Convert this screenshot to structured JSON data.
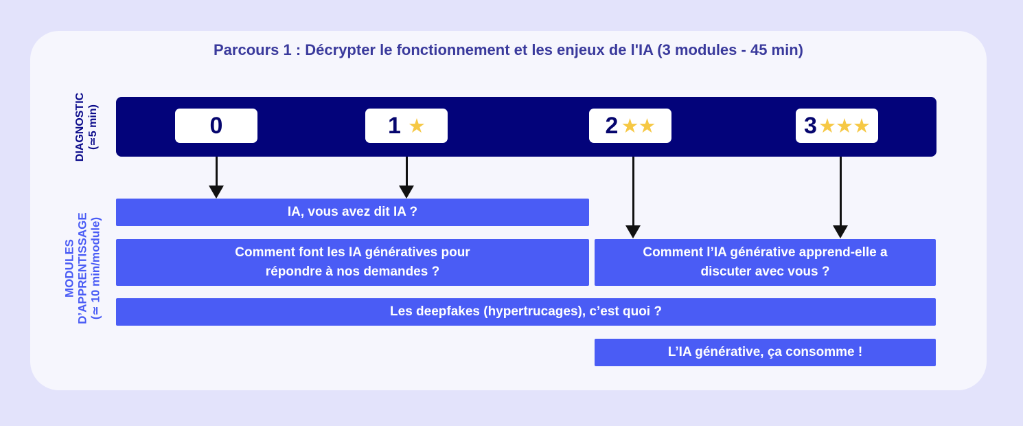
{
  "title": "Parcours 1 : Décrypter le fonctionnement et les enjeux de l'IA (3 modules - 45 min)",
  "diagnostic": {
    "label": "DIAGNOSTIC",
    "duration": "(≃5 min)",
    "levels": [
      {
        "number": "0",
        "stars": ""
      },
      {
        "number": "1",
        "stars": "★"
      },
      {
        "number": "2",
        "stars": "★★"
      },
      {
        "number": "3",
        "stars": "★★★"
      }
    ]
  },
  "modules": {
    "label_line1": "MODULES",
    "label_line2": "D’APPRENTISSAGE",
    "label_line3": "(≃ 10 min/module)",
    "items": [
      {
        "line1": "IA, vous avez dit IA ?",
        "line2": ""
      },
      {
        "line1": "Comment font les IA génératives pour",
        "line2": "répondre à nos demandes ?"
      },
      {
        "line1": "Comment l’IA générative apprend-elle a",
        "line2": "discuter avec vous ?"
      },
      {
        "line1": "Les deepfakes (hypertrucages), c’est quoi ?",
        "line2": ""
      },
      {
        "line1": "L’IA générative, ça consomme !",
        "line2": ""
      }
    ]
  },
  "colors": {
    "background": "#e3e3fb",
    "card": "#f6f6fd",
    "diagnostic_bar": "#03037a",
    "module_fill": "#4a5cf5",
    "star": "#f6c844",
    "title": "#3a3a9c"
  }
}
